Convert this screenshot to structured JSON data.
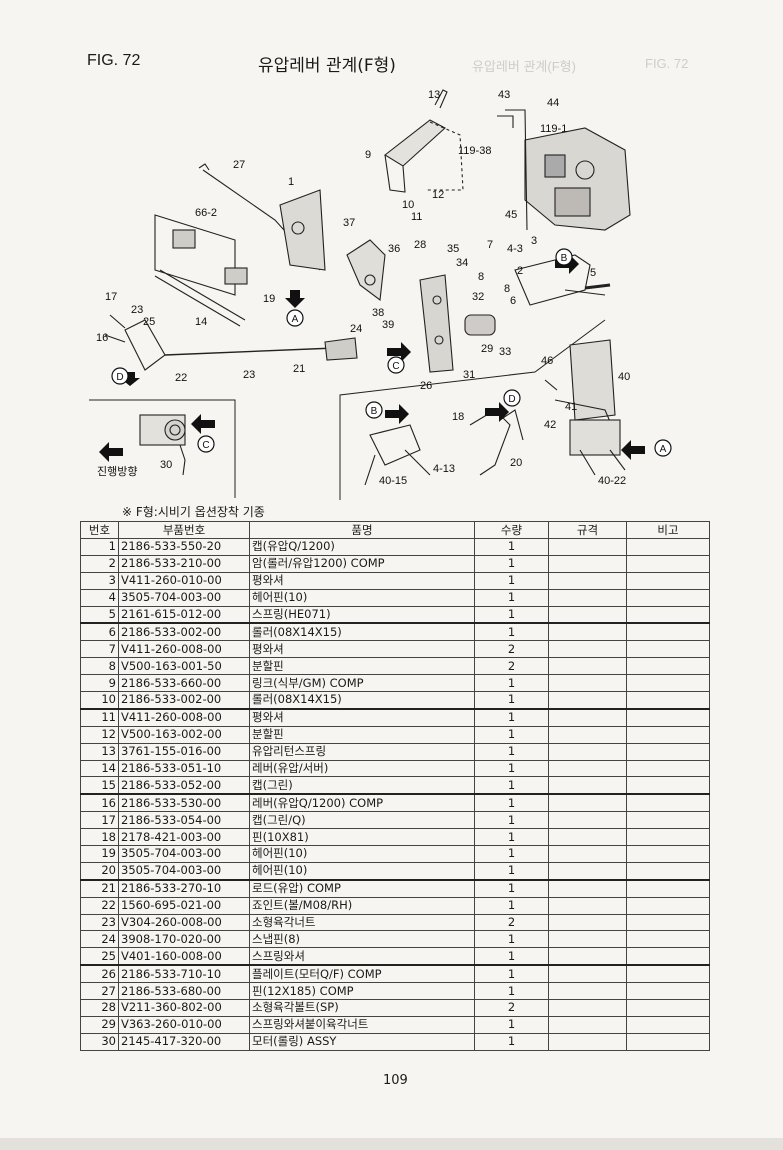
{
  "header": {
    "fig": "FIG. 72",
    "title": "유압레버 관계(F형)",
    "ghost_title": "유압레버 관계(F형)",
    "ghost_fig": "FIG. 72"
  },
  "diagram": {
    "labels": [
      "13",
      "43",
      "44",
      "119-1",
      "9",
      "119-38",
      "12",
      "10",
      "11",
      "45",
      "27",
      "1",
      "66-2",
      "37",
      "36",
      "28",
      "35",
      "34",
      "7",
      "4-3",
      "3",
      "B",
      "5",
      "8",
      "2",
      "6",
      "19",
      "A",
      "32",
      "17",
      "23",
      "25",
      "14",
      "38",
      "39",
      "29",
      "33",
      "16",
      "24",
      "C",
      "31",
      "D",
      "22",
      "23",
      "21",
      "26",
      "46",
      "40",
      "B",
      "D",
      "41",
      "18",
      "42",
      "C",
      "진행방향",
      "30",
      "4-13",
      "20",
      "40-15",
      "40-22",
      "A"
    ],
    "direction_label": "진행방향"
  },
  "note": "※ F형:시비기 옵션장착 기종",
  "table": {
    "headers": [
      "번호",
      "부품번호",
      "품명",
      "수량",
      "규격",
      "비고"
    ],
    "rows": [
      {
        "no": "1",
        "part": "2186-533-550-20",
        "name": "캡(유압Q/1200)",
        "qty": "1"
      },
      {
        "no": "2",
        "part": "2186-533-210-00",
        "name": "암(롤러/유압1200) COMP",
        "qty": "1"
      },
      {
        "no": "3",
        "part": "V411-260-010-00",
        "name": "평와셔",
        "qty": "1"
      },
      {
        "no": "4",
        "part": "3505-704-003-00",
        "name": "헤어핀(10)",
        "qty": "1"
      },
      {
        "no": "5",
        "part": "2161-615-012-00",
        "name": "스프링(HE071)",
        "qty": "1"
      },
      {
        "no": "6",
        "part": "2186-533-002-00",
        "name": "롤러(08X14X15)",
        "qty": "1"
      },
      {
        "no": "7",
        "part": "V411-260-008-00",
        "name": "평와셔",
        "qty": "2"
      },
      {
        "no": "8",
        "part": "V500-163-001-50",
        "name": "분할핀",
        "qty": "2"
      },
      {
        "no": "9",
        "part": "2186-533-660-00",
        "name": "링크(식부/GM) COMP",
        "qty": "1"
      },
      {
        "no": "10",
        "part": "2186-533-002-00",
        "name": "롤러(08X14X15)",
        "qty": "1"
      },
      {
        "no": "11",
        "part": "V411-260-008-00",
        "name": "평와셔",
        "qty": "1"
      },
      {
        "no": "12",
        "part": "V500-163-002-00",
        "name": "분할핀",
        "qty": "1"
      },
      {
        "no": "13",
        "part": "3761-155-016-00",
        "name": "유압리턴스프링",
        "qty": "1"
      },
      {
        "no": "14",
        "part": "2186-533-051-10",
        "name": "레버(유압/서버)",
        "qty": "1"
      },
      {
        "no": "15",
        "part": "2186-533-052-00",
        "name": "캡(그린)",
        "qty": "1"
      },
      {
        "no": "16",
        "part": "2186-533-530-00",
        "name": "레버(유압Q/1200) COMP",
        "qty": "1"
      },
      {
        "no": "17",
        "part": "2186-533-054-00",
        "name": "캡(그린/Q)",
        "qty": "1"
      },
      {
        "no": "18",
        "part": "2178-421-003-00",
        "name": "핀(10X81)",
        "qty": "1"
      },
      {
        "no": "19",
        "part": "3505-704-003-00",
        "name": "헤어핀(10)",
        "qty": "1"
      },
      {
        "no": "20",
        "part": "3505-704-003-00",
        "name": "헤어핀(10)",
        "qty": "1"
      },
      {
        "no": "21",
        "part": "2186-533-270-10",
        "name": "로드(유압) COMP",
        "qty": "1"
      },
      {
        "no": "22",
        "part": "1560-695-021-00",
        "name": "죠인트(볼/M08/RH)",
        "qty": "1"
      },
      {
        "no": "23",
        "part": "V304-260-008-00",
        "name": "소형육각너트",
        "qty": "2"
      },
      {
        "no": "24",
        "part": "3908-170-020-00",
        "name": "스냅핀(8)",
        "qty": "1"
      },
      {
        "no": "25",
        "part": "V401-160-008-00",
        "name": "스프링와셔",
        "qty": "1"
      },
      {
        "no": "26",
        "part": "2186-533-710-10",
        "name": "플레이트(모터Q/F) COMP",
        "qty": "1"
      },
      {
        "no": "27",
        "part": "2186-533-680-00",
        "name": "핀(12X185) COMP",
        "qty": "1"
      },
      {
        "no": "28",
        "part": "V211-360-802-00",
        "name": "소형육각볼트(SP)",
        "qty": "2"
      },
      {
        "no": "29",
        "part": "V363-260-010-00",
        "name": "스프링와셔붙이육각너트",
        "qty": "1"
      },
      {
        "no": "30",
        "part": "2145-417-320-00",
        "name": "모터(롤링) ASSY",
        "qty": "1"
      }
    ]
  },
  "footer": {
    "page_number": "109"
  }
}
